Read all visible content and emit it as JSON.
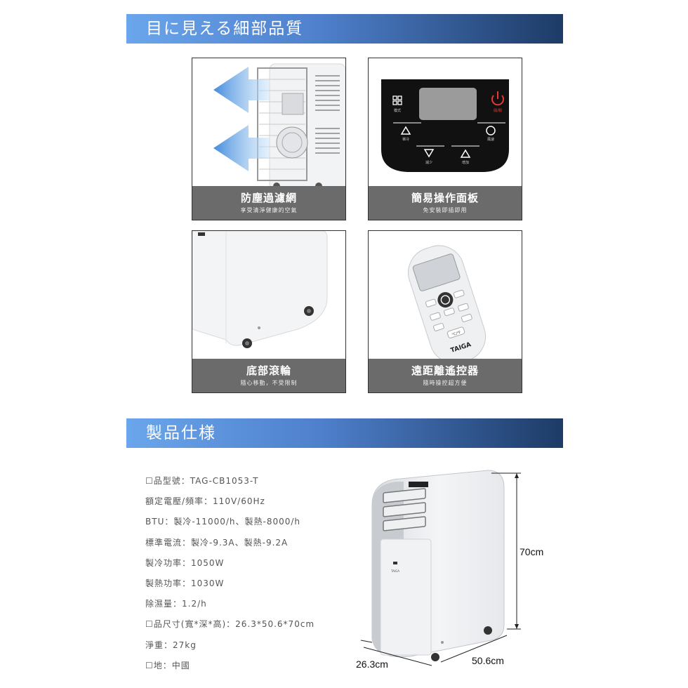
{
  "sections": {
    "details_title": "目に見える細部品質",
    "spec_title": "製品仕様"
  },
  "features": [
    {
      "title": "防塵過濾網",
      "subtitle": "享受清淨健康的空氣"
    },
    {
      "title": "簡易操作面板",
      "subtitle": "免安裝即插即用"
    },
    {
      "title": "底部滾輪",
      "subtitle": "隨心移動，不受限制"
    },
    {
      "title": "遠距離遙控器",
      "subtitle": "隨時操控超方便"
    }
  ],
  "panel": {
    "mode_label": "模式",
    "power_label": "開/關",
    "cool_label": "單冷",
    "fan_label": "風速",
    "decrease_label": "減少",
    "increase_label": "增加"
  },
  "remote": {
    "brand": "TAIGA",
    "unit_label": "°C/°F"
  },
  "unit_brand": "TAIGA",
  "specs": [
    "☐品型號：TAG-CB1053-T",
    "額定電壓/頻率：110V/60Hz",
    "BTU：製冷-11000/h、製熱-8000/h",
    "標準電流：製冷-9.3A、製熱-9.2A",
    "製冷功率：1050W",
    "製熱功率：1030W",
    "除濕量：1.2/h",
    "☐品尺寸(寬*深*高)：26.3*50.6*70cm",
    "淨重：27kg",
    "☐地：中國"
  ],
  "dimensions": {
    "height": "70cm",
    "width": "26.3cm",
    "depth": "50.6cm"
  }
}
